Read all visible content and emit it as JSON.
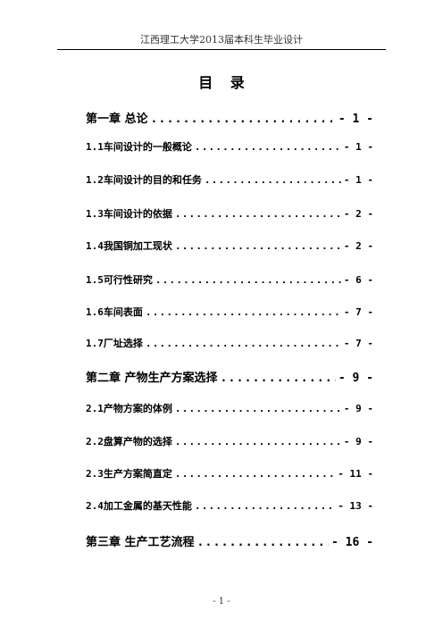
{
  "header": {
    "text": "江西理工大学2013届本科生毕业设计"
  },
  "title": {
    "char1": "目",
    "char2": "录"
  },
  "toc": [
    {
      "label": "第一章 总论",
      "page": "- 1 -"
    },
    {
      "label": "1.1车间设计的一般概论",
      "page": "- 1 -"
    },
    {
      "label": "1.2车间设计的目的和任务",
      "page": "- 1 -"
    },
    {
      "label": "1.3车间设计的依据",
      "page": "- 2 -"
    },
    {
      "label": "1.4我国铜加工现状",
      "page": "- 2 -"
    },
    {
      "label": "1.5可行性研究",
      "page": "- 6 -"
    },
    {
      "label": "1.6车间表面",
      "page": "- 7 -"
    },
    {
      "label": "1.7厂址选择",
      "page": "- 7 -"
    },
    {
      "label": "第二章    产物生产方案选择",
      "page": "- 9 -"
    },
    {
      "label": "2.1产物方案的体例",
      "page": "- 9 -"
    },
    {
      "label": "2.2盘算产物的选择",
      "page": "- 9 -"
    },
    {
      "label": "2.3生产方案简直定",
      "page": "- 11 -"
    },
    {
      "label": "2.4加工金属的基天性能",
      "page": "- 13 -"
    },
    {
      "label": "第三章    生产工艺流程",
      "page": "- 16 -"
    }
  ],
  "footer": {
    "page_number": "- 1 -"
  }
}
